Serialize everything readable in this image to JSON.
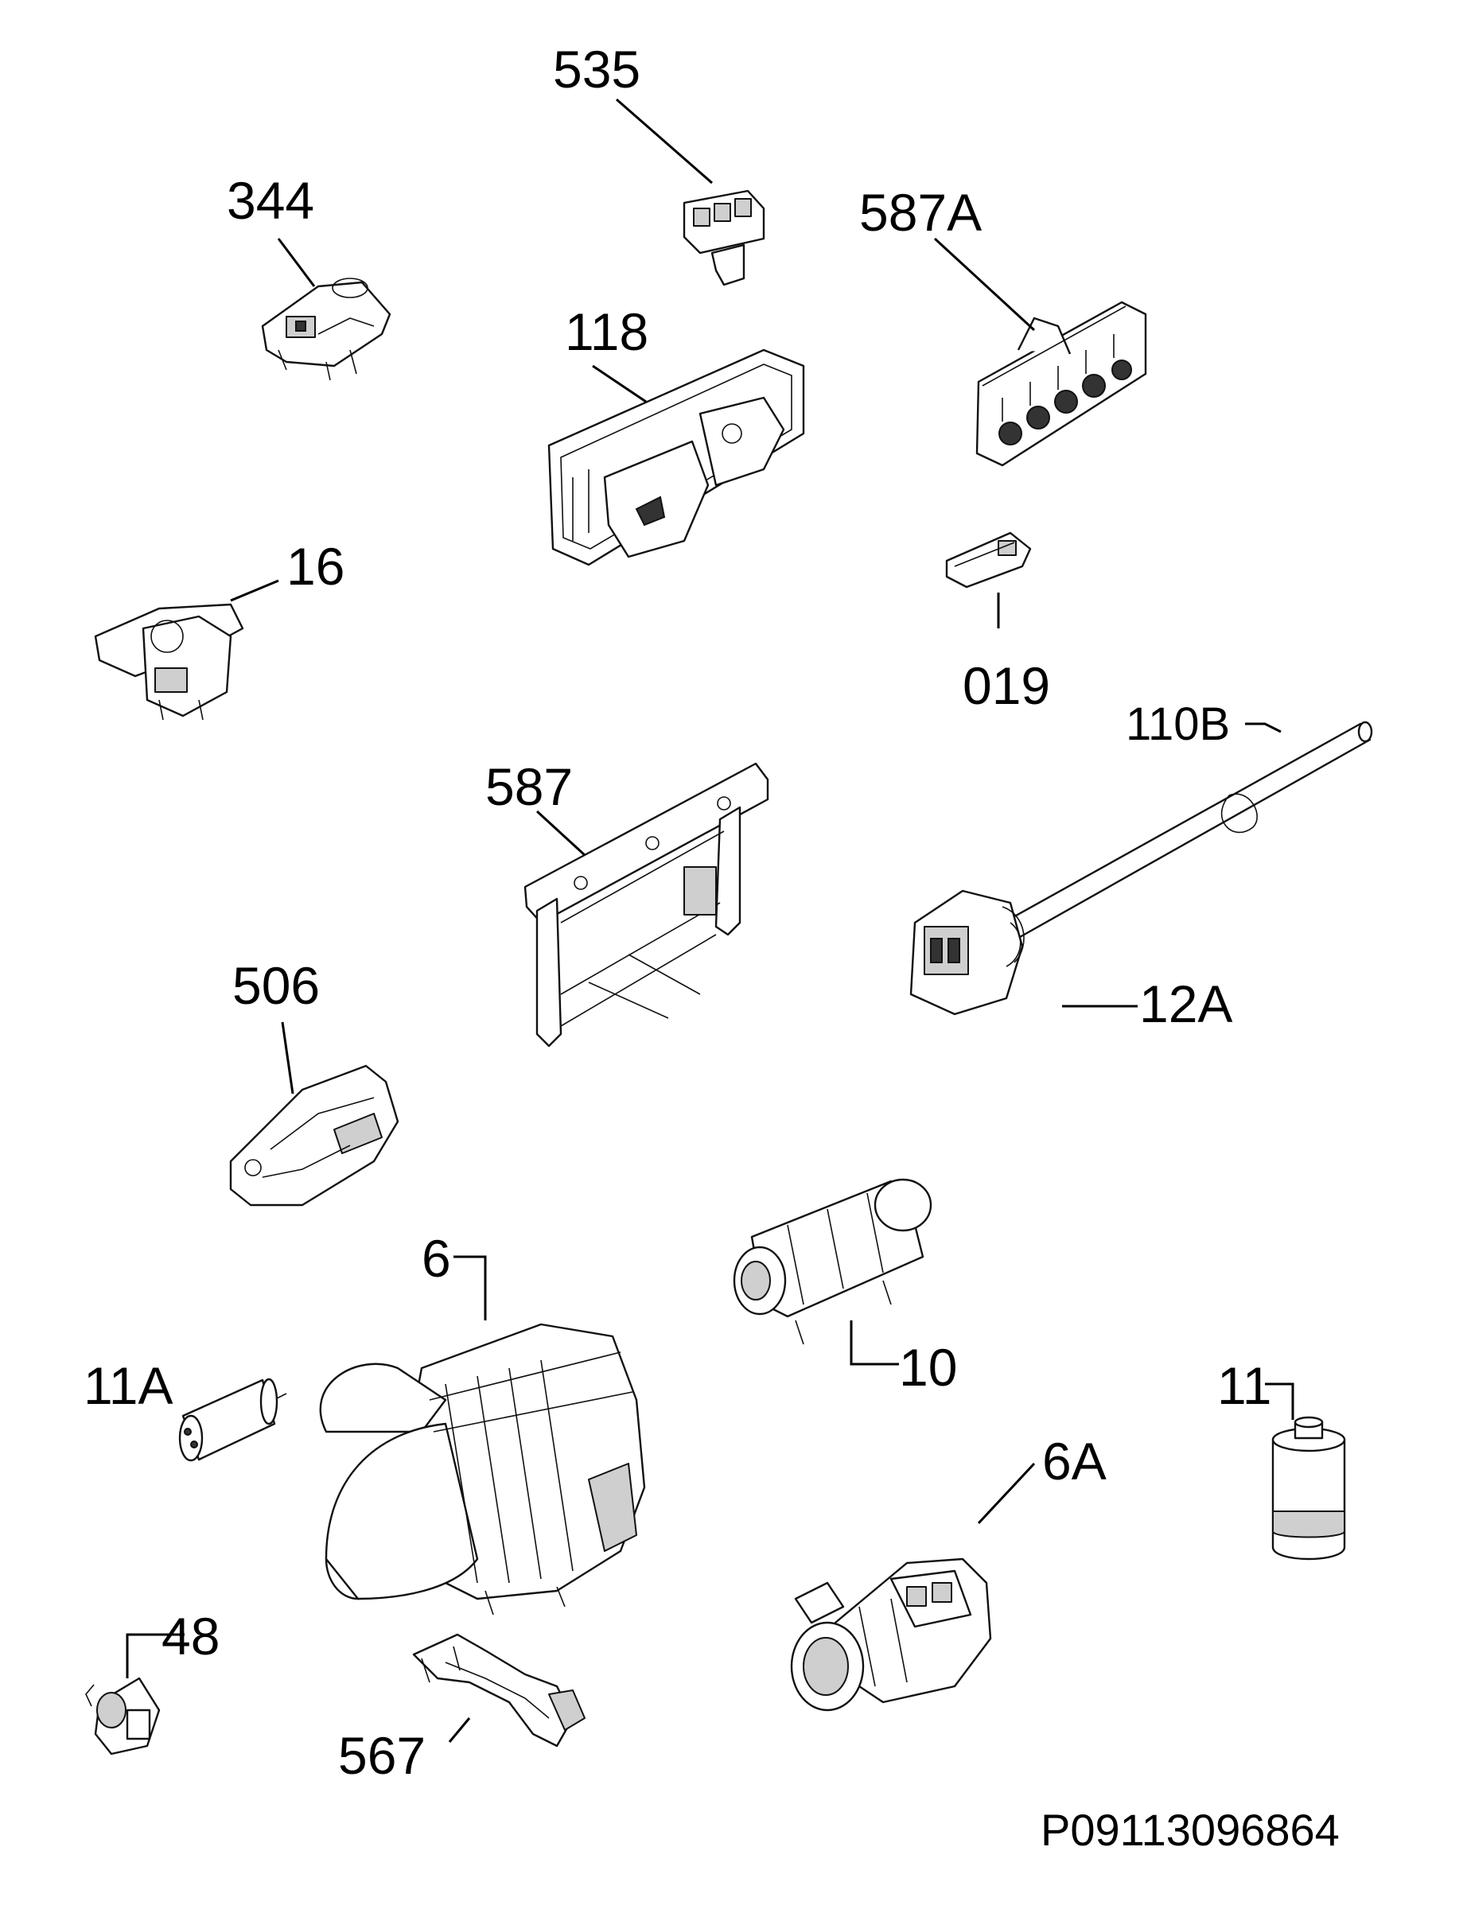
{
  "diagram": {
    "drawing_code": "P09113096864",
    "callouts": [
      {
        "id": "535",
        "label": "535"
      },
      {
        "id": "344",
        "label": "344"
      },
      {
        "id": "587A",
        "label": "587A"
      },
      {
        "id": "118",
        "label": "118"
      },
      {
        "id": "16",
        "label": "16"
      },
      {
        "id": "019",
        "label": "019"
      },
      {
        "id": "110B",
        "label": "110B"
      },
      {
        "id": "587",
        "label": "587"
      },
      {
        "id": "12A",
        "label": "12A"
      },
      {
        "id": "506",
        "label": "506"
      },
      {
        "id": "6",
        "label": "6"
      },
      {
        "id": "10",
        "label": "10"
      },
      {
        "id": "11A",
        "label": "11A"
      },
      {
        "id": "11",
        "label": "11"
      },
      {
        "id": "6A",
        "label": "6A"
      },
      {
        "id": "48",
        "label": "48"
      },
      {
        "id": "567",
        "label": "567"
      }
    ]
  }
}
